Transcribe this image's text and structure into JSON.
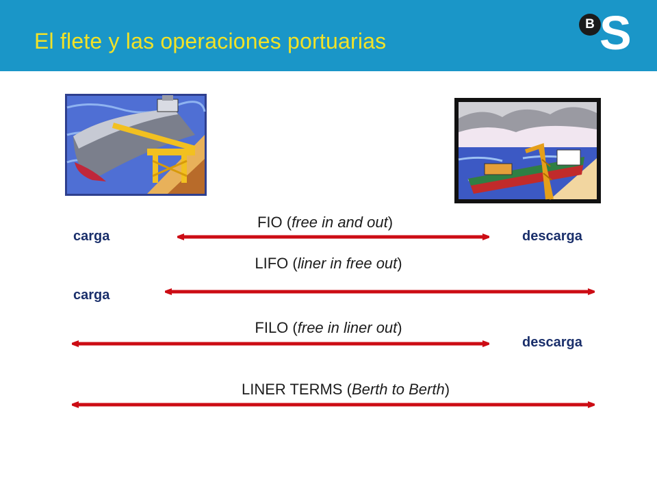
{
  "slide": {
    "title": "El flete y las operaciones portuarias",
    "logo": {
      "letter_b": "B",
      "letter_s": "S"
    },
    "colors": {
      "header": "#1a96c8",
      "title": "#f2e227",
      "arrow": "#cc0c14",
      "side_label": "#1a2f6b"
    }
  },
  "clipart": {
    "left": "loading-ship-crane",
    "right": "ship-at-dock"
  },
  "rows": [
    {
      "term": "FIO",
      "open": " (",
      "detail": "free in and out",
      "close": ")",
      "left_label": "carga",
      "right_label": "descarga"
    },
    {
      "term": "LIFO",
      "open": " (",
      "detail": "liner in free out",
      "close": ")",
      "left_label": "carga",
      "right_label": ""
    },
    {
      "term": "FILO",
      "open": " (",
      "detail": "free in liner out",
      "close": ")",
      "left_label": "",
      "right_label": "descarga"
    },
    {
      "term": "LINER TERMS",
      "open": " (",
      "detail": "Berth to Berth",
      "close": ")",
      "left_label": "",
      "right_label": ""
    }
  ]
}
